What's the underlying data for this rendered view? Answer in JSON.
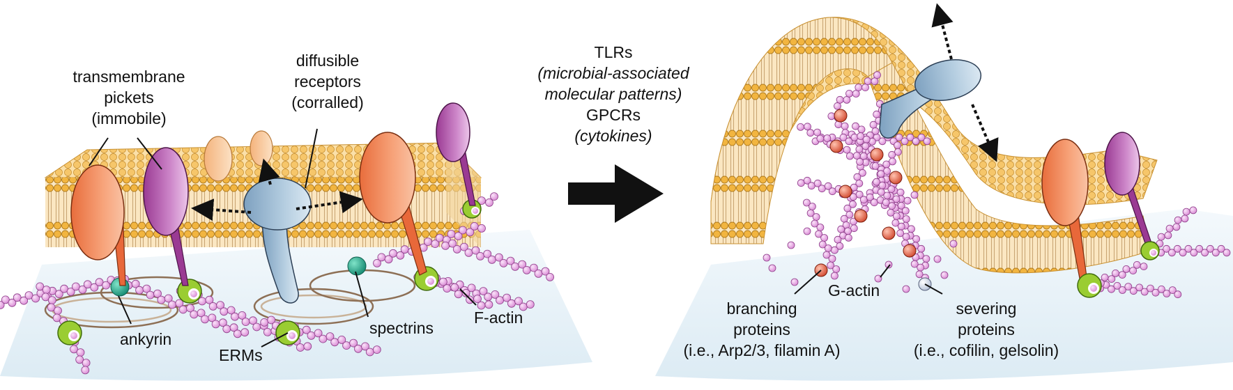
{
  "left_panel": {
    "labels": {
      "transmembrane_pickets": [
        "transmembrane",
        "pickets",
        "(immobile)"
      ],
      "diffusible_receptors": [
        "diffusible",
        "receptors",
        "(corralled)"
      ],
      "ankyrin": "ankyrin",
      "erms": "ERMs",
      "spectrins": "spectrins",
      "f_actin": "F-actin"
    }
  },
  "middle": {
    "lines": [
      {
        "text": "TLRs",
        "italic": false
      },
      {
        "text": "(microbial-associated",
        "italic": true
      },
      {
        "text": "molecular patterns)",
        "italic": true
      },
      {
        "text": "GPCRs",
        "italic": false
      },
      {
        "text": "(cytokines)",
        "italic": true
      }
    ]
  },
  "right_panel": {
    "labels": {
      "branching": [
        "branching",
        "proteins",
        "(i.e., Arp2/3, filamin A)"
      ],
      "g_actin": "G-actin",
      "severing": [
        "severing",
        "proteins",
        "(i.e., cofilin, gelsolin)"
      ]
    }
  },
  "colors": {
    "lipid_head": "#f2b540",
    "lipid_tail": "#c8a46a",
    "membrane_fill": "#fbe6bd",
    "picket_orange": "#f08a55",
    "picket_purple": "#b05aaa",
    "receptor_blue": "#8fb1cc",
    "actin_bead": "#e7a3e3",
    "erm_green": "#9acd32",
    "ankyrin_teal": "#1ea88c",
    "branch_red": "#e0573e",
    "severing_grey": "#c9d2e6",
    "floor": "#e6f2f9"
  }
}
